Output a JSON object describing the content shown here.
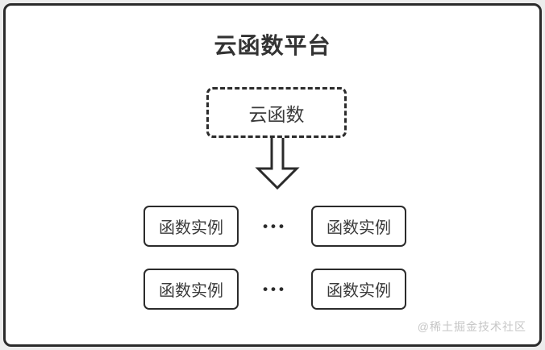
{
  "diagram": {
    "title": "云函数平台",
    "cloud_function": {
      "label": "云函数"
    },
    "instance_rows": [
      {
        "left": "函数实例",
        "separator": "•••",
        "right": "函数实例"
      },
      {
        "left": "函数实例",
        "separator": "•••",
        "right": "函数实例"
      }
    ],
    "watermark": "@稀土掘金技术社区",
    "colors": {
      "border": "#2b2b2b",
      "text": "#3a3a3a",
      "title_text": "#333333",
      "watermark_text": "#c6c6c6",
      "card_background": "#ffffff",
      "page_background": "#ececec"
    }
  }
}
